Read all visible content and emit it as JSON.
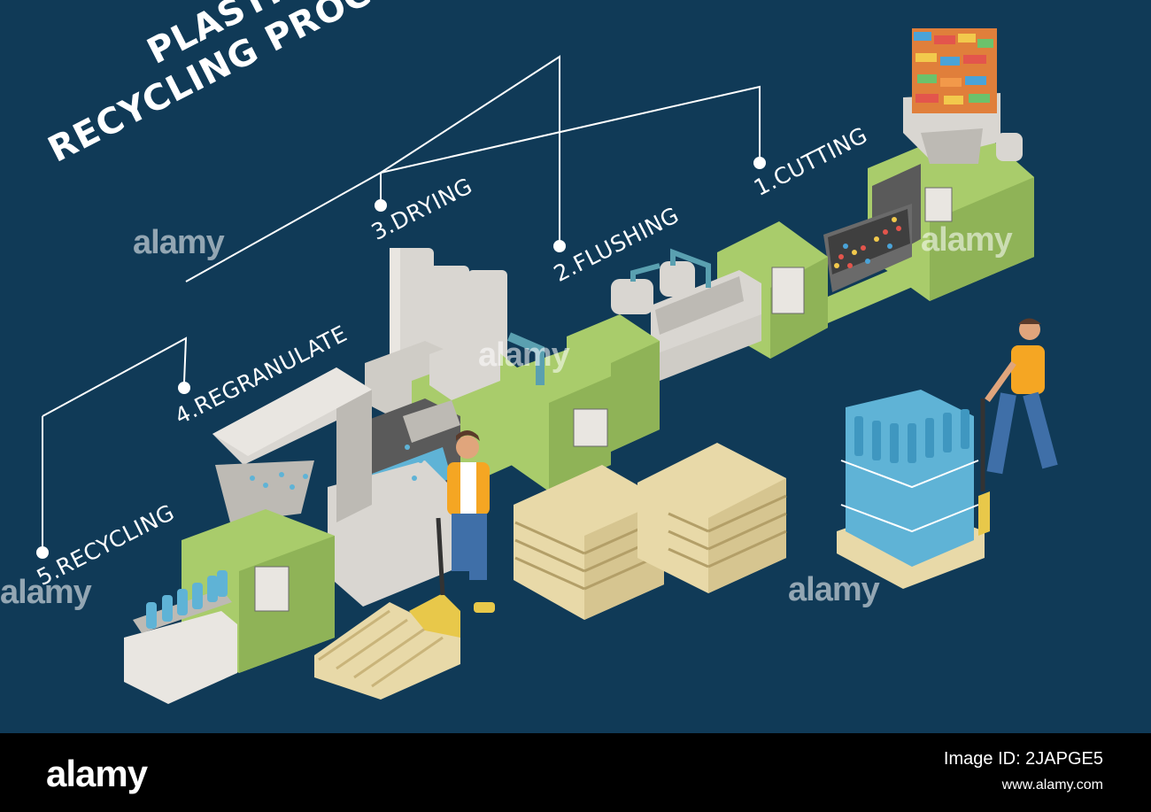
{
  "title": {
    "line1": "PLASTIC",
    "line2": "RECYCLING PROCESS"
  },
  "steps": [
    {
      "label": "1.CUTTING"
    },
    {
      "label": "2.FLUSHING"
    },
    {
      "label": "3.DRYING"
    },
    {
      "label": "4.REGRANULATE"
    },
    {
      "label": "5.RECYCLING"
    }
  ],
  "watermark": "alamy",
  "footer": {
    "brand": "alamy",
    "image_id": "Image ID: 2JAPGE5",
    "url": "www.alamy.com"
  },
  "colors": {
    "background": "#103a57",
    "machine_green": "#a9cc6b",
    "machine_grey": "#d9d6d1",
    "pallet": "#e8d9a8",
    "bottle": "#5fb3d6",
    "vest": "#f5a623"
  }
}
